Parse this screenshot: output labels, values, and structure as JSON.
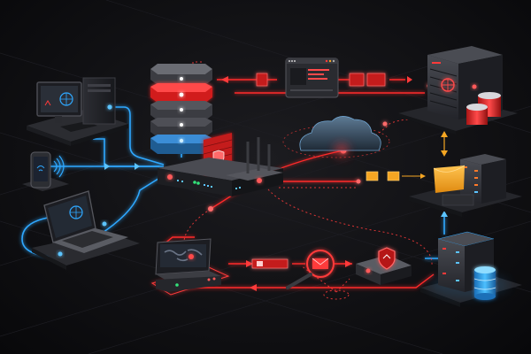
{
  "scene": {
    "title": "Network security data flow illustration",
    "background": "#0e0e11",
    "colors": {
      "threat_red": "#ff2a2a",
      "red_glow": "#ff4040",
      "secure_blue": "#2fa8ff",
      "folder_orange": "#f5a623",
      "device_dark": "#2a2b30",
      "device_mid": "#3a3c42",
      "grid": "#1d1d22"
    }
  },
  "nodes": [
    {
      "id": "desktop-workstation",
      "label": "Desktop workstation"
    },
    {
      "id": "smartphone",
      "label": "Smartphone on dock"
    },
    {
      "id": "laptop",
      "label": "Laptop"
    },
    {
      "id": "database-stack",
      "label": "Layered database stack"
    },
    {
      "id": "firewall",
      "label": "Firewall"
    },
    {
      "id": "router",
      "label": "Router / gateway"
    },
    {
      "id": "cloud",
      "label": "Cloud"
    },
    {
      "id": "browser-window",
      "label": "Browser window"
    },
    {
      "id": "web-server",
      "label": "Web server rack"
    },
    {
      "id": "file-server",
      "label": "File server with folder"
    },
    {
      "id": "storage-server",
      "label": "Storage server with database"
    },
    {
      "id": "monitoring-terminal",
      "label": "Threat map terminal"
    },
    {
      "id": "email-inspection",
      "label": "Email inspection magnifier"
    },
    {
      "id": "security-appliance",
      "label": "Security appliance with shield"
    }
  ],
  "links": [
    {
      "from": "desktop-workstation",
      "to": "router",
      "style": "blue"
    },
    {
      "from": "smartphone",
      "to": "router",
      "style": "blue"
    },
    {
      "from": "laptop",
      "to": "router",
      "style": "blue"
    },
    {
      "from": "database-stack",
      "to": "router",
      "style": "blue"
    },
    {
      "from": "web-server",
      "to": "database-stack",
      "style": "red"
    },
    {
      "from": "router",
      "to": "cloud",
      "style": "red"
    },
    {
      "from": "router",
      "to": "file-server",
      "style": "red"
    },
    {
      "from": "router",
      "to": "monitoring-terminal",
      "style": "red"
    },
    {
      "from": "monitoring-terminal",
      "to": "security-appliance",
      "style": "red"
    },
    {
      "from": "storage-server",
      "to": "file-server",
      "style": "blue"
    }
  ]
}
